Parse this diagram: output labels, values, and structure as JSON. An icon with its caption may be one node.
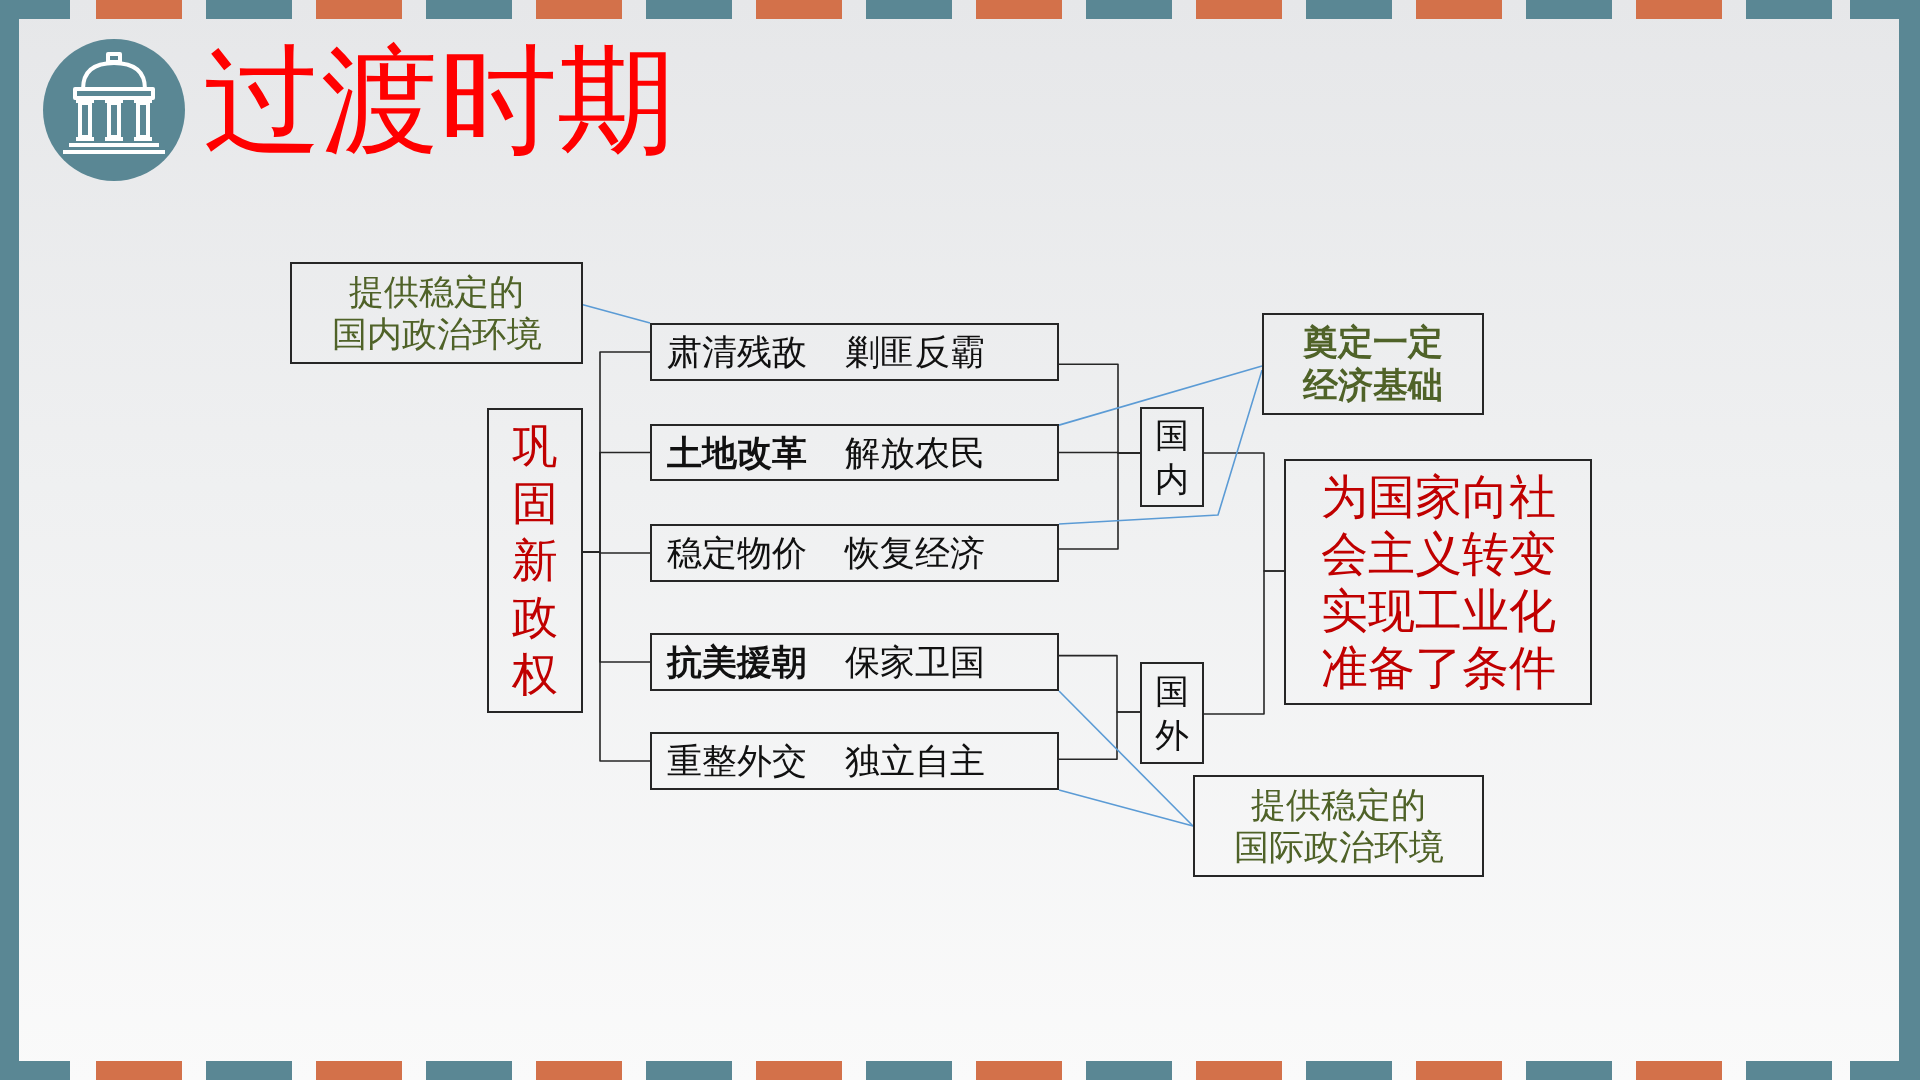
{
  "diagram": {
    "title": "过渡时期",
    "nodes": [
      {
        "text": [
          "提供稳定的国内政治环境"
        ]
      },
      {
        "text": [
          "巩固新政权"
        ]
      },
      {
        "text": [
          "肃清残敌 剿匪反霸"
        ]
      },
      {
        "text": [
          "**土地改革** 解放农民"
        ]
      },
      {
        "text": [
          "稳定物价 恢复经济"
        ]
      },
      {
        "text": [
          "**抗美援朝** 保家卫国"
        ]
      },
      {
        "text": [
          "重整外交 独立自主"
        ]
      },
      {
        "text": [
          "国内"
        ]
      },
      {
        "text": [
          "国外"
        ]
      },
      {
        "text": [
          "奠定一定经济基础"
        ]
      },
      {
        "text": [
          "为国家向社会主义转变实现工业化准备了条件"
        ]
      },
      {
        "text": [
          "提供稳定的国际政治环境"
        ]
      }
    ],
    "edges": [
      {
        "from": 1,
        "to": 2,
        "arrow": "none"
      },
      {
        "from": 1,
        "to": 3,
        "arrow": "none"
      },
      {
        "from": 1,
        "to": 4,
        "arrow": "none"
      },
      {
        "from": 1,
        "to": 5,
        "arrow": "none"
      },
      {
        "from": 1,
        "to": 6,
        "arrow": "none"
      },
      {
        "from": 2,
        "to": 7,
        "arrow": "none"
      },
      {
        "from": 3,
        "to": 7,
        "arrow": "none"
      },
      {
        "from": 4,
        "to": 7,
        "arrow": "none"
      },
      {
        "from": 5,
        "to": 8,
        "arrow": "none"
      },
      {
        "from": 6,
        "to": 8,
        "arrow": "none"
      },
      {
        "from": 7,
        "to": 10,
        "arrow": "none"
      },
      {
        "from": 8,
        "to": 10,
        "arrow": "none"
      },
      {
        "from": 2,
        "to": 0,
        "arrow": "none",
        "color": "#5b9bd5"
      },
      {
        "from": 3,
        "to": 9,
        "arrow": "none",
        "color": "#5b9bd5"
      },
      {
        "from": 4,
        "to": 9,
        "arrow": "none",
        "color": "#5b9bd5"
      },
      {
        "from": 5,
        "to": 11,
        "arrow": "none",
        "color": "#5b9bd5"
      },
      {
        "from": 6,
        "to": 11,
        "arrow": "none",
        "color": "#5b9bd5"
      }
    ]
  }
}
